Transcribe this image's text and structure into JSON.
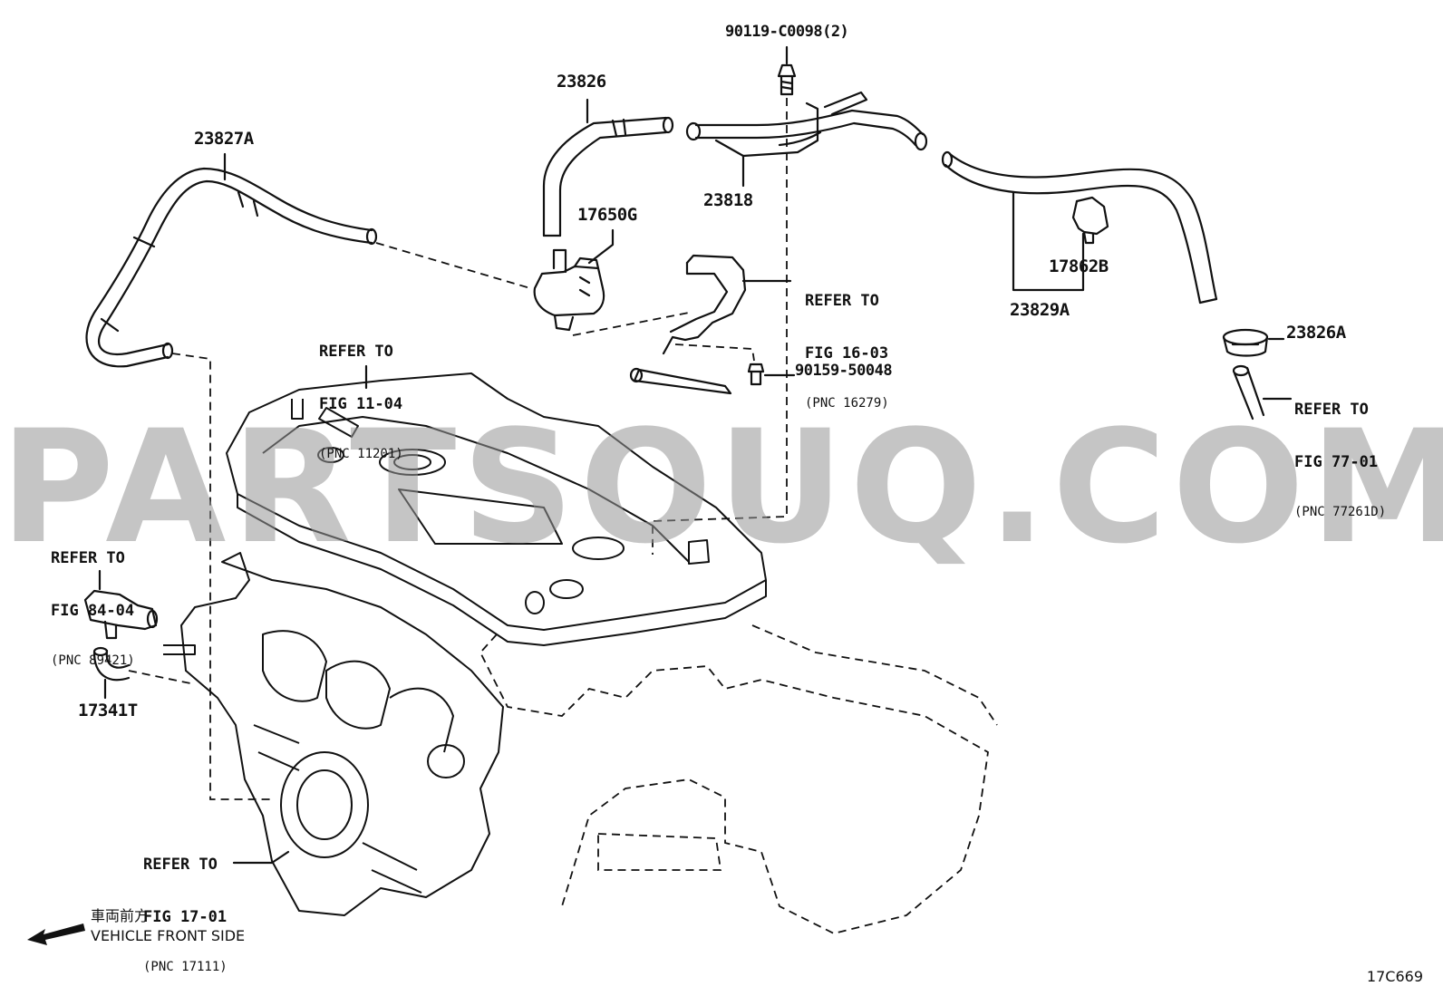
{
  "parts": {
    "p23827A": "23827A",
    "p23826": "23826",
    "p90119": "90119-C0098(2)",
    "p23818": "23818",
    "p17650G": "17650G",
    "p17862B": "17862B",
    "p23829A": "23829A",
    "p23826A": "23826A",
    "p90159": "90159-50048",
    "p17341T": "17341T"
  },
  "refs": {
    "fig1104": {
      "l1": "REFER TO",
      "l2": "FIG 11-04",
      "l3": "(PNC 11201)"
    },
    "fig1603": {
      "l1": "REFER TO",
      "l2": "FIG 16-03",
      "l3": "(PNC 16279)"
    },
    "fig7701": {
      "l1": "REFER TO",
      "l2": "FIG 77-01",
      "l3": "(PNC 77261D)"
    },
    "fig8404": {
      "l1": "REFER TO",
      "l2": "FIG 84-04",
      "l3": "(PNC 89421)"
    },
    "fig1701": {
      "l1": "REFER TO",
      "l2": "FIG 17-01",
      "l3": "(PNC 17111)"
    }
  },
  "front_side": {
    "jp": "車両前方",
    "en": "VEHICLE FRONT SIDE"
  },
  "figure_id": "17C669",
  "watermark": "PARTSOUQ.COM",
  "colors": {
    "line": "#111111",
    "watermark": "#969696"
  }
}
